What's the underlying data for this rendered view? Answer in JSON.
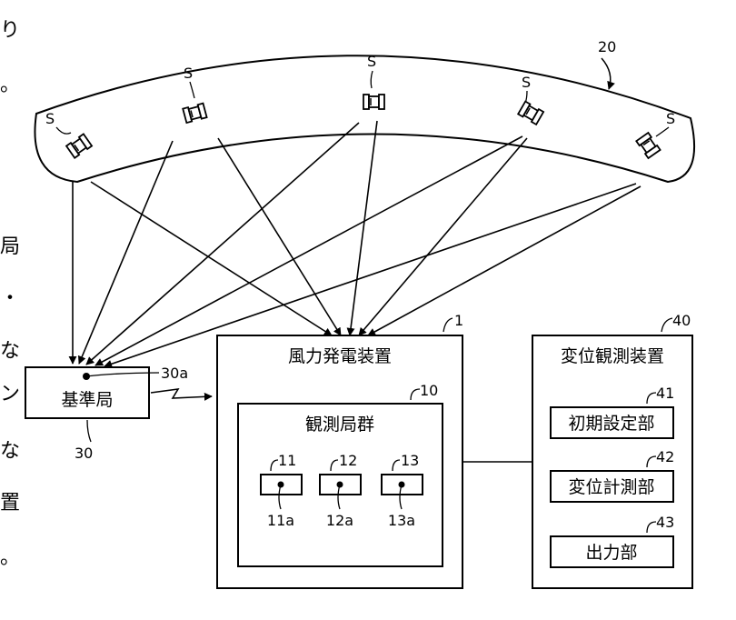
{
  "satellite_label": "S",
  "refs": {
    "constellation": "20",
    "wind_turbine": "1",
    "reference_station": "30",
    "reference_point": "30a",
    "station_group": "10",
    "station_11": "11",
    "station_12": "12",
    "station_13": "13",
    "point_11": "11a",
    "point_12": "12a",
    "point_13": "13a",
    "displacement_device": "40",
    "initial_setting": "41",
    "displacement_measure": "42",
    "output": "43"
  },
  "labels": {
    "reference_station": "基準局",
    "wind_turbine": "風力発電装置",
    "station_group": "観測局群",
    "displacement_device": "変位観測装置",
    "initial_setting": "初期設定部",
    "displacement_measure": "変位計測部",
    "output": "出力部"
  },
  "margin_text": [
    "り",
    "。",
    "局",
    "・",
    "な",
    "ン",
    "な",
    "置",
    "。"
  ]
}
